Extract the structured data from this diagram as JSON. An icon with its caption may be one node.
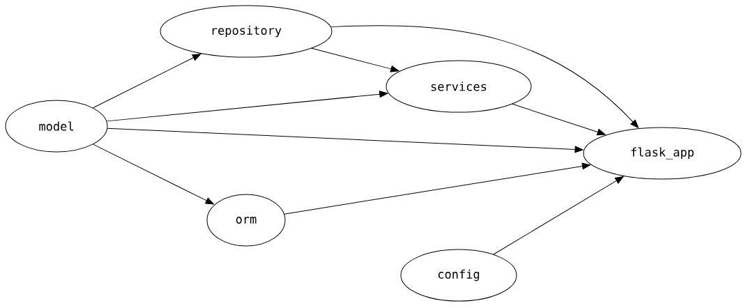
{
  "diagram": {
    "nodes": [
      {
        "text": [
          "model"
        ]
      },
      {
        "text": [
          "repository"
        ]
      },
      {
        "text": [
          "services"
        ]
      },
      {
        "text": [
          "orm"
        ]
      },
      {
        "text": [
          "config"
        ]
      },
      {
        "text": [
          "flask_app"
        ]
      }
    ],
    "edges": [
      {
        "from": 0,
        "to": 1,
        "arrow": "to"
      },
      {
        "from": 0,
        "to": 2,
        "arrow": "to"
      },
      {
        "from": 0,
        "to": 5,
        "arrow": "to"
      },
      {
        "from": 0,
        "to": 3,
        "arrow": "to"
      },
      {
        "from": 1,
        "to": 2,
        "arrow": "to"
      },
      {
        "from": 1,
        "to": 5,
        "arrow": "to"
      },
      {
        "from": 2,
        "to": 5,
        "arrow": "to"
      },
      {
        "from": 3,
        "to": 5,
        "arrow": "to"
      },
      {
        "from": 4,
        "to": 5,
        "arrow": "to"
      }
    ]
  }
}
